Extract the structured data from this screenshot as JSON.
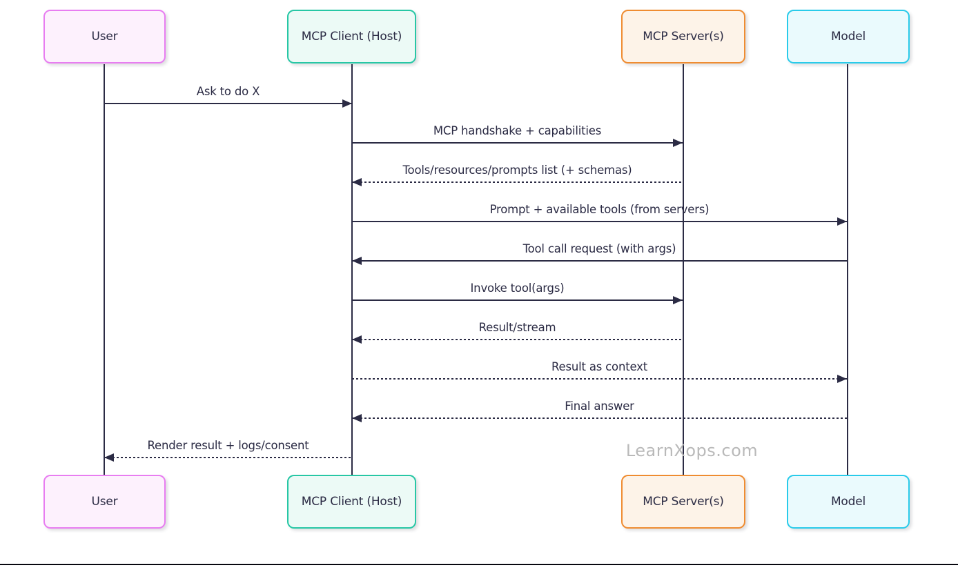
{
  "diagram_type": "sequence-diagram",
  "actors": [
    {
      "id": "user",
      "label": "User",
      "border_color": "#e87df1",
      "fill_color": "#fdf1fd"
    },
    {
      "id": "mcp-client",
      "label": "MCP Client (Host)",
      "border_color": "#27c7a5",
      "fill_color": "#ecfaf6"
    },
    {
      "id": "mcp-server",
      "label": "MCP Server(s)",
      "border_color": "#ef8c31",
      "fill_color": "#fdf3e8"
    },
    {
      "id": "model",
      "label": "Model",
      "border_color": "#29cbea",
      "fill_color": "#eafafd"
    }
  ],
  "messages": [
    {
      "label": "Ask to do X",
      "from": "User",
      "to": "MCP Client (Host)",
      "line": "solid",
      "direction": "right"
    },
    {
      "label": "MCP handshake + capabilities",
      "from": "MCP Client (Host)",
      "to": "MCP Server(s)",
      "line": "solid",
      "direction": "right"
    },
    {
      "label": "Tools/resources/prompts list (+ schemas)",
      "from": "MCP Server(s)",
      "to": "MCP Client (Host)",
      "line": "dotted",
      "direction": "left"
    },
    {
      "label": "Prompt + available tools (from servers)",
      "from": "MCP Client (Host)",
      "to": "Model",
      "line": "solid",
      "direction": "right"
    },
    {
      "label": "Tool call request (with args)",
      "from": "Model",
      "to": "MCP Client (Host)",
      "line": "solid",
      "direction": "left"
    },
    {
      "label": "Invoke tool(args)",
      "from": "MCP Client (Host)",
      "to": "MCP Server(s)",
      "line": "solid",
      "direction": "right"
    },
    {
      "label": "Result/stream",
      "from": "MCP Server(s)",
      "to": "MCP Client (Host)",
      "line": "dotted",
      "direction": "left"
    },
    {
      "label": "Result as context",
      "from": "MCP Client (Host)",
      "to": "Model",
      "line": "dotted",
      "direction": "right"
    },
    {
      "label": "Final answer",
      "from": "Model",
      "to": "MCP Client (Host)",
      "line": "dotted",
      "direction": "left"
    },
    {
      "label": "Render result + logs/consent",
      "from": "MCP Client (Host)",
      "to": "User",
      "line": "dotted",
      "direction": "left"
    }
  ],
  "watermark": "LearnXops.com",
  "colors": {
    "text": "#2b2b44",
    "line": "#2b2b44",
    "background": "#ffffff",
    "watermark": "#b9b9b9",
    "bottom_rule": "#07070f"
  }
}
